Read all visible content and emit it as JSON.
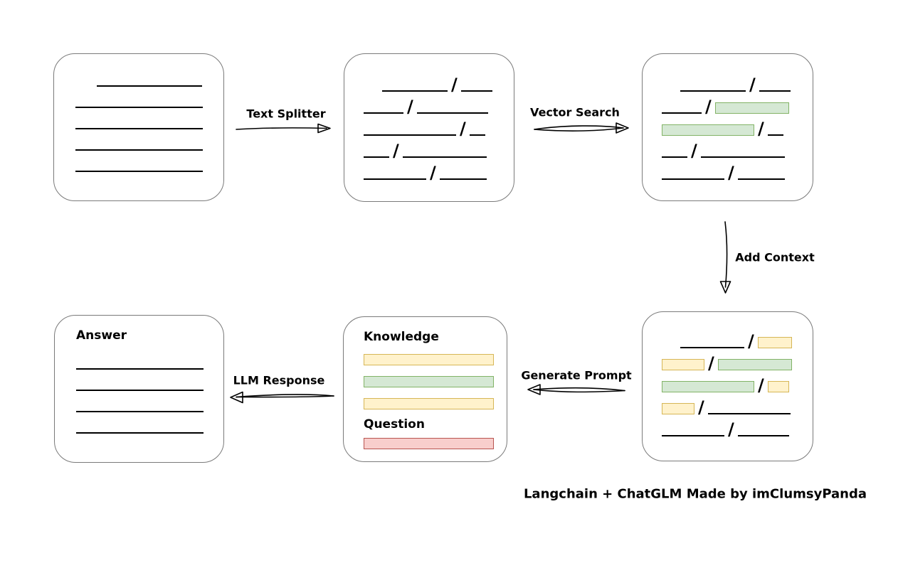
{
  "caption": "Langchain + ChatGLM Made by imClumsyPanda",
  "colors": {
    "green_fill": "#d5e8d4",
    "green_stroke": "#82b366",
    "yellow_fill": "#fff2cc",
    "yellow_stroke": "#d6b656",
    "red_fill": "#f8cecc",
    "red_stroke": "#b85450",
    "box_border": "#7a7a7a",
    "line_color": "#000000"
  },
  "arrows": {
    "text_splitter": {
      "label": "Text Splitter",
      "direction": "right"
    },
    "vector_search": {
      "label": "Vector Search",
      "direction": "right"
    },
    "add_context": {
      "label": "Add Context",
      "direction": "down"
    },
    "generate_prompt": {
      "label": "Generate Prompt",
      "direction": "left"
    },
    "llm_response": {
      "label": "LLM Response",
      "direction": "left"
    }
  },
  "boxes": {
    "source_document": {
      "description": "document with plain text lines",
      "rows": [
        [
          {
            "t": "gap",
            "w": 30
          },
          {
            "t": "line",
            "w": 148
          }
        ],
        [
          {
            "t": "line",
            "w": 179
          }
        ],
        [
          {
            "t": "line",
            "w": 179
          }
        ],
        [
          {
            "t": "line",
            "w": 179
          }
        ],
        [
          {
            "t": "line",
            "w": 179
          }
        ]
      ]
    },
    "split_chunks": {
      "description": "text split into chunks by slashes",
      "rows": [
        [
          {
            "t": "gap",
            "w": 26
          },
          {
            "t": "line",
            "w": 92
          },
          {
            "t": "slash"
          },
          {
            "t": "line",
            "w": 44
          }
        ],
        [
          {
            "t": "line",
            "w": 56
          },
          {
            "t": "slash"
          },
          {
            "t": "line",
            "w": 100
          }
        ],
        [
          {
            "t": "line",
            "w": 130
          },
          {
            "t": "slash"
          },
          {
            "t": "line",
            "w": 22
          }
        ],
        [
          {
            "t": "line",
            "w": 36
          },
          {
            "t": "slash"
          },
          {
            "t": "line",
            "w": 118
          }
        ],
        [
          {
            "t": "line",
            "w": 88
          },
          {
            "t": "slash"
          },
          {
            "t": "line",
            "w": 66
          }
        ]
      ]
    },
    "matched_chunks": {
      "description": "chunks with vector search matches highlighted green",
      "rows": [
        [
          {
            "t": "gap",
            "w": 26
          },
          {
            "t": "line",
            "w": 92
          },
          {
            "t": "slash"
          },
          {
            "t": "line",
            "w": 44
          }
        ],
        [
          {
            "t": "line",
            "w": 56
          },
          {
            "t": "slash"
          },
          {
            "t": "g",
            "w": 102
          }
        ],
        [
          {
            "t": "g",
            "w": 128
          },
          {
            "t": "slash"
          },
          {
            "t": "line",
            "w": 22
          }
        ],
        [
          {
            "t": "line",
            "w": 36
          },
          {
            "t": "slash"
          },
          {
            "t": "line",
            "w": 118
          }
        ],
        [
          {
            "t": "line",
            "w": 88
          },
          {
            "t": "slash"
          },
          {
            "t": "line",
            "w": 66
          }
        ]
      ]
    },
    "context_chunks": {
      "description": "matched chunks plus added context highlighted yellow",
      "rows": [
        [
          {
            "t": "gap",
            "w": 26
          },
          {
            "t": "line",
            "w": 90
          },
          {
            "t": "slash"
          },
          {
            "t": "y",
            "w": 46
          }
        ],
        [
          {
            "t": "y",
            "w": 58
          },
          {
            "t": "slash"
          },
          {
            "t": "g",
            "w": 102
          }
        ],
        [
          {
            "t": "g",
            "w": 128
          },
          {
            "t": "slash"
          },
          {
            "t": "y",
            "w": 28
          }
        ],
        [
          {
            "t": "y",
            "w": 44
          },
          {
            "t": "slash"
          },
          {
            "t": "line",
            "w": 116
          }
        ],
        [
          {
            "t": "line",
            "w": 88
          },
          {
            "t": "slash"
          },
          {
            "t": "line",
            "w": 72
          }
        ]
      ]
    },
    "prompt": {
      "knowledge_label": "Knowledge",
      "question_label": "Question",
      "knowledge_bars": [
        [
          {
            "t": "y",
            "w": 181
          }
        ],
        [
          {
            "t": "g",
            "w": 181
          }
        ],
        [
          {
            "t": "y",
            "w": 181
          }
        ]
      ],
      "question_bars": [
        [
          {
            "t": "r",
            "w": 181
          }
        ]
      ]
    },
    "answer": {
      "title": "Answer",
      "rows": [
        [
          {
            "t": "line",
            "w": 179
          }
        ],
        [
          {
            "t": "line",
            "w": 179
          }
        ],
        [
          {
            "t": "line",
            "w": 179
          }
        ],
        [
          {
            "t": "line",
            "w": 179
          }
        ]
      ]
    }
  }
}
